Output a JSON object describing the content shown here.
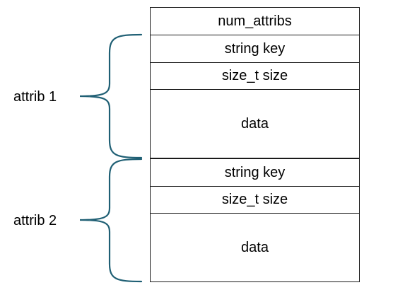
{
  "layout_blocks": [
    {
      "id": "num-attribs",
      "label": "num_attribs"
    },
    {
      "id": "attrib1-key",
      "label": "string key"
    },
    {
      "id": "attrib1-size",
      "label": "size_t size"
    },
    {
      "id": "attrib1-data",
      "label": "data"
    },
    {
      "id": "attrib2-key",
      "label": "string key"
    },
    {
      "id": "attrib2-size",
      "label": "size_t size"
    },
    {
      "id": "attrib2-data",
      "label": "data"
    }
  ],
  "groups": [
    {
      "label": "attrib 1"
    },
    {
      "label": "attrib 2"
    }
  ],
  "colors": {
    "brace": "#1f5f74",
    "border": "#1a1a1a",
    "background": "#ffffff"
  }
}
